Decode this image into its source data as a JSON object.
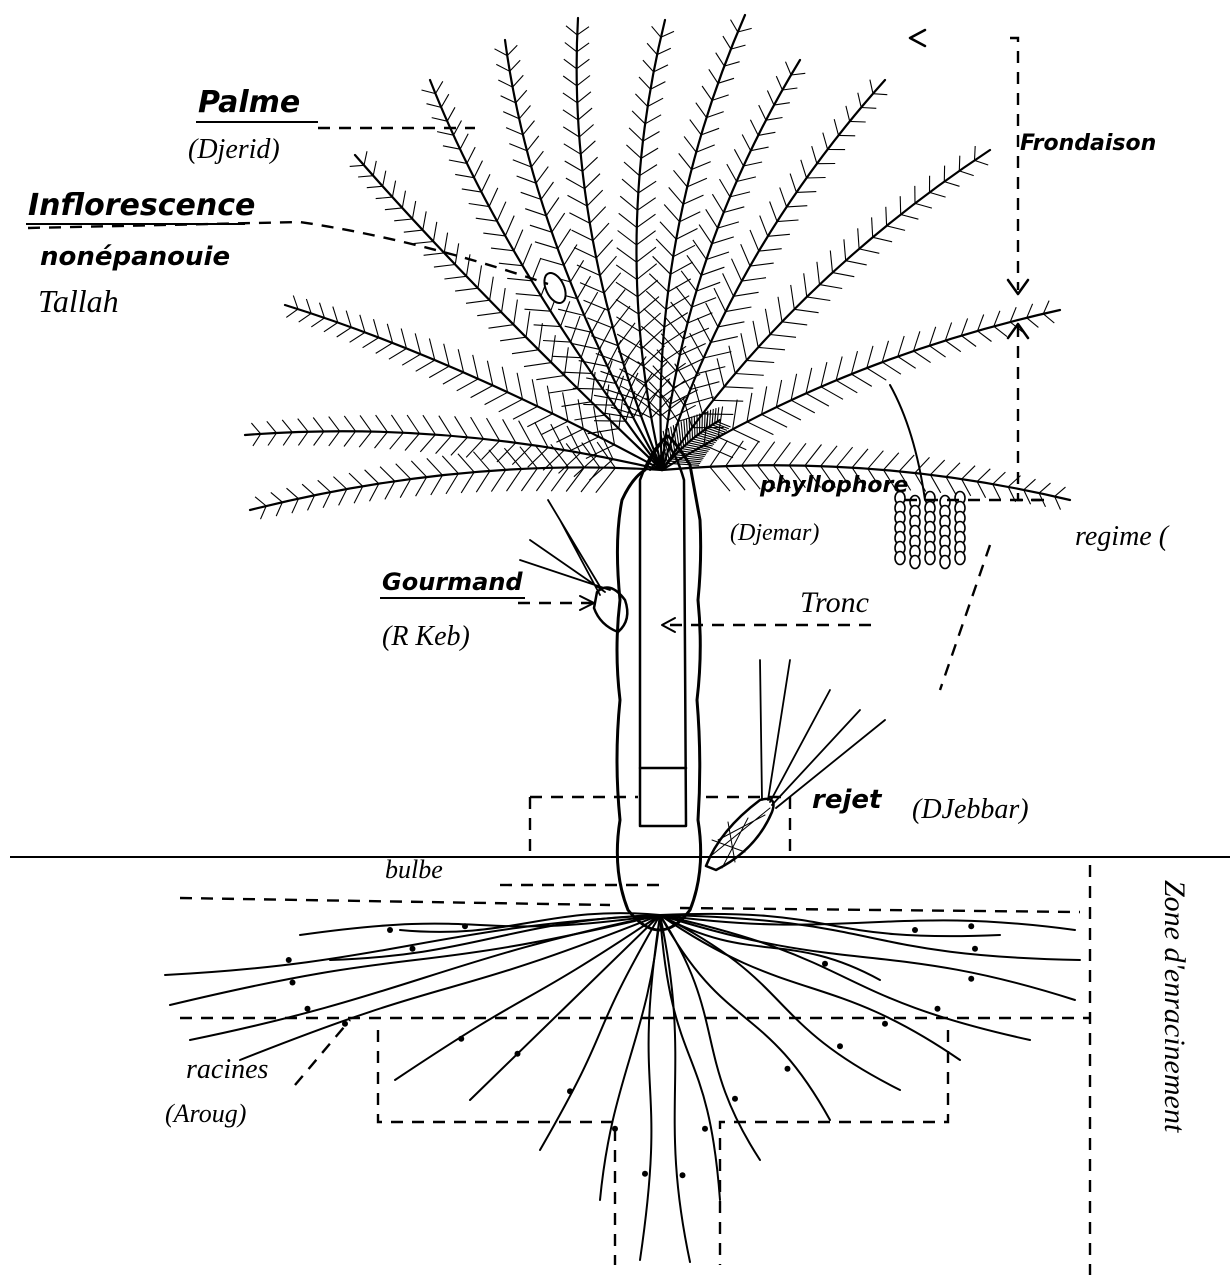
{
  "labels": {
    "palme": "Palme",
    "palme_local": "(Djerid)",
    "inflorescence": "Inflorescence",
    "inflorescence_desc": "nonépanouie",
    "inflorescence_local": "Tallah",
    "frondaison": "Frondaison",
    "phyllophore": "phyllophore",
    "phyllophore_local": "(Djemar)",
    "regime": "regime (",
    "gourmand": "Gourmand",
    "gourmand_local": "(R Keb)",
    "tronc": "Tronc",
    "rejet": "rejet",
    "rejet_local": "(DJebbar)",
    "bulbe": "bulbe",
    "racines": "racines",
    "racines_local": "(Aroug)",
    "zone": "Zone d'enracinement"
  }
}
